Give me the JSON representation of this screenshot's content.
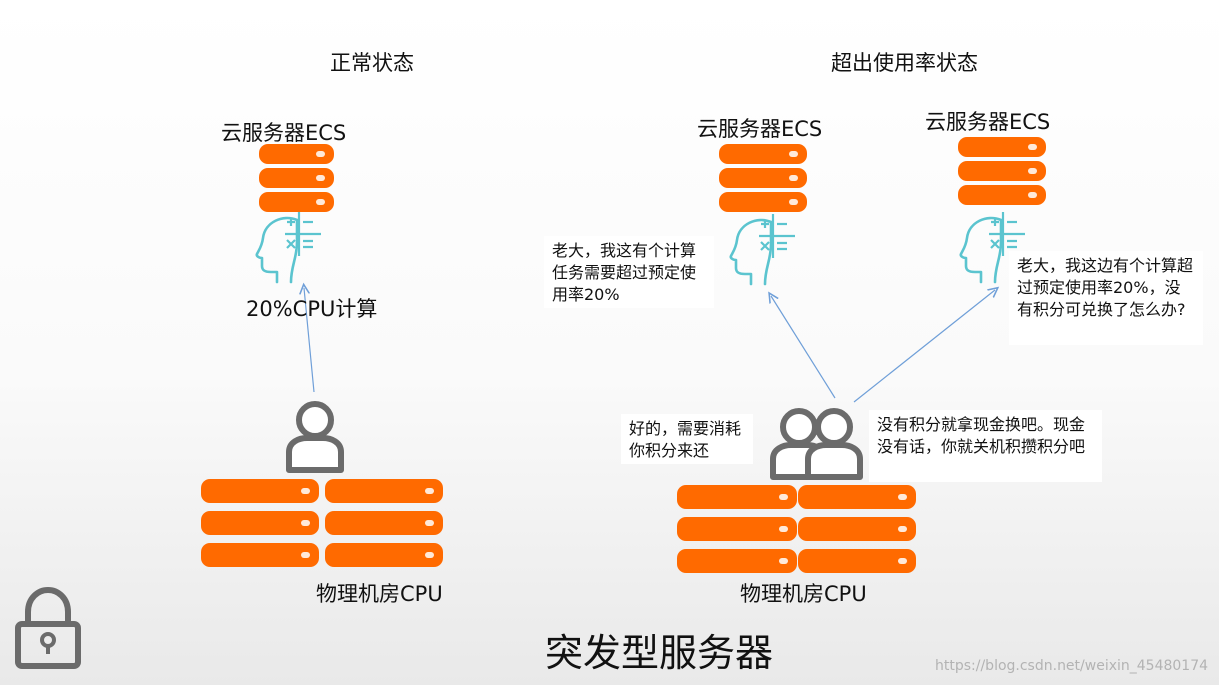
{
  "headings": {
    "normal": "正常状态",
    "exceeded": "超出使用率状态"
  },
  "labels": {
    "ecs_left": "云服务器ECS",
    "ecs_mid": "云服务器ECS",
    "ecs_right": "云服务器ECS",
    "cpu_compute": "20%CPU计算",
    "room_left": "物理机房CPU",
    "room_right": "物理机房CPU"
  },
  "bubbles": {
    "ask_mid": "老大，我这有个计算任务需要超过预定使用率20%",
    "ask_right": "老大，我这边有个计算超过预定使用率20%，没有积分可兑换了怎么办?",
    "reply_points": "好的，需要消耗你积分来还",
    "reply_cash": "没有积分就拿现金换吧。现金没有话，你就关机积攒积分吧"
  },
  "title": "突发型服务器",
  "watermark": "https://blog.csdn.net/weixin_45480174",
  "colors": {
    "server": "#ff6a00",
    "head_icon": "#5bc4cf",
    "person_icon": "#6b6b6b",
    "arrow": "#6f9fd8"
  },
  "icons": [
    "brain-head-icon",
    "person-icon",
    "two-persons-icon",
    "lock-icon"
  ]
}
